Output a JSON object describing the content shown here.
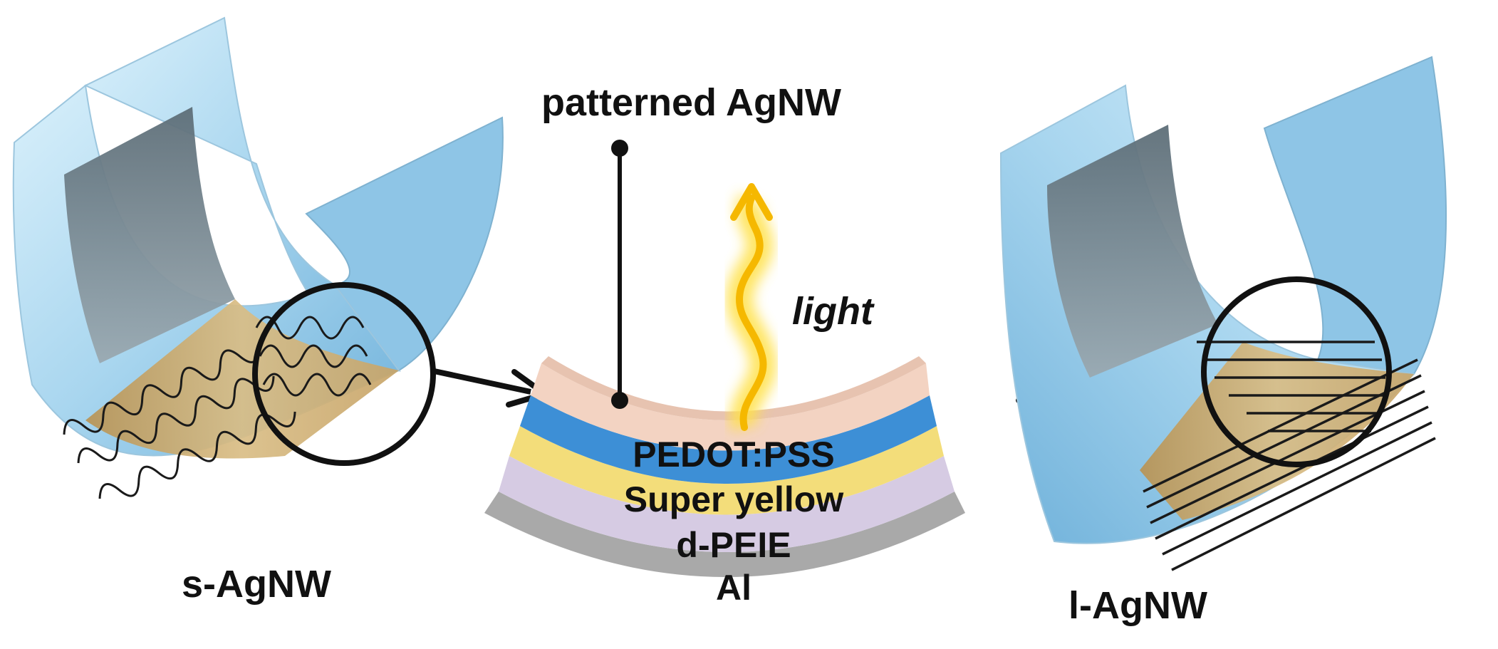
{
  "labels": {
    "top_label": "patterned AgNW",
    "light": "light",
    "left_caption": "s-AgNW",
    "right_caption": "l-AgNW"
  },
  "layers": [
    {
      "name": "PEDOT:PSS",
      "color": "#3d8fd6"
    },
    {
      "name": "Super yellow",
      "color": "#f3dd7a"
    },
    {
      "name": "d-PEIE",
      "color": "#d6cbe3"
    },
    {
      "name": "Al",
      "color": "#a9a9a9"
    }
  ],
  "colors": {
    "substrate": "#f3d3c2",
    "film_light": "#bfe3f5",
    "film_dark": "#7fb9de",
    "electrode_gray": "#6d7f8a",
    "gold": "#c8a96a",
    "glow": "#ffd21a",
    "ink": "#111111"
  }
}
